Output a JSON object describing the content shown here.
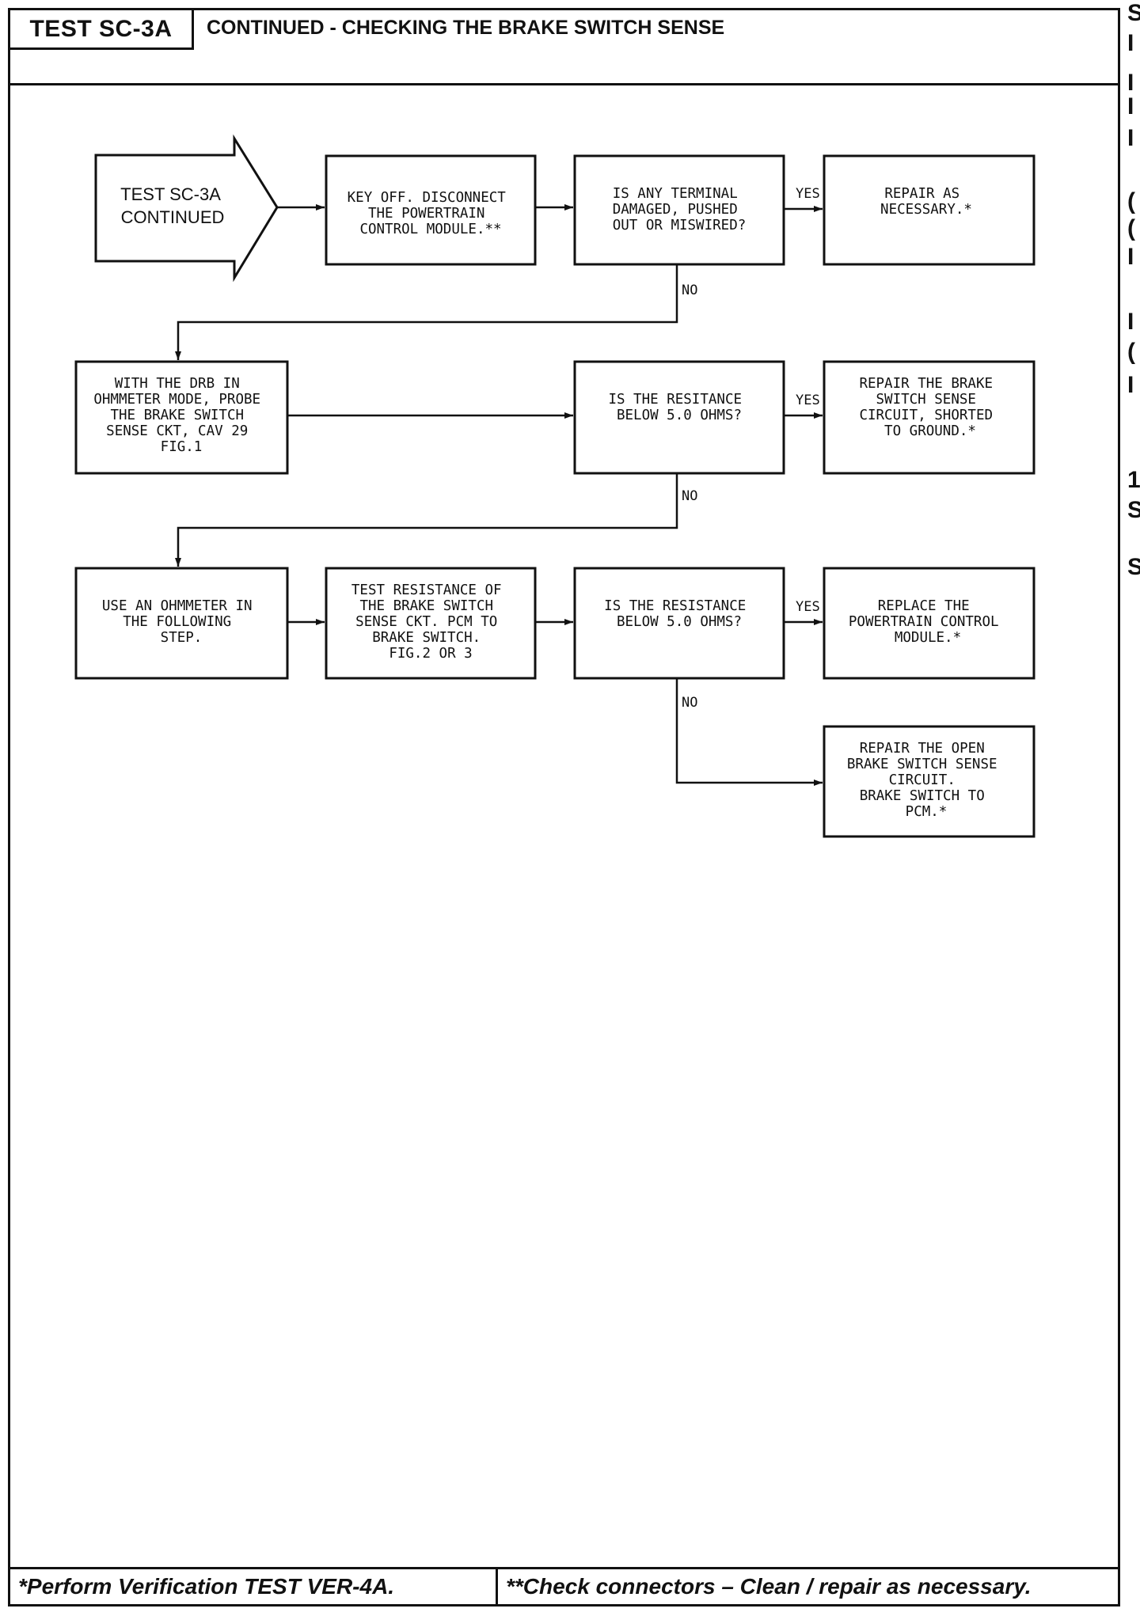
{
  "header": {
    "test_id": "TEST SC-3A",
    "title": "CONTINUED - CHECKING THE BRAKE SWITCH SENSE"
  },
  "flowchart": {
    "start": [
      "TEST SC-3A",
      "CONTINUED"
    ],
    "row1": {
      "step": [
        "KEY OFF. DISCONNECT",
        "THE POWERTRAIN",
        "CONTROL MODULE.**"
      ],
      "question": [
        "IS ANY TERMINAL",
        "DAMAGED, PUSHED",
        "OUT OR MISWIRED?"
      ],
      "yes_action": [
        "REPAIR AS",
        "NECESSARY.*"
      ]
    },
    "row2": {
      "step": [
        "WITH THE DRB IN",
        "OHMMETER MODE, PROBE",
        "THE BRAKE SWITCH",
        "SENSE CKT, CAV 29",
        "FIG.1"
      ],
      "question": [
        "IS THE RESITANCE",
        "BELOW 5.0 OHMS?"
      ],
      "yes_action": [
        "REPAIR THE BRAKE",
        "SWITCH SENSE",
        "CIRCUIT, SHORTED",
        "TO GROUND.*"
      ]
    },
    "row3": {
      "step": [
        "USE AN OHMMETER IN",
        "THE FOLLOWING",
        "STEP."
      ],
      "step2": [
        "TEST RESISTANCE OF",
        "THE BRAKE SWITCH",
        "SENSE CKT. PCM TO",
        "BRAKE SWITCH.",
        "FIG.2 OR 3"
      ],
      "question": [
        "IS THE RESISTANCE",
        "BELOW 5.0 OHMS?"
      ],
      "yes_action": [
        "REPLACE THE",
        "POWERTRAIN CONTROL",
        "MODULE.*"
      ]
    },
    "final_no_action": [
      "REPAIR THE OPEN",
      "BRAKE SWITCH SENSE",
      "CIRCUIT.",
      "BRAKE SWITCH TO",
      "PCM.*"
    ],
    "labels": {
      "yes": "YES",
      "no": "NO"
    }
  },
  "footer": {
    "left": "*Perform Verification TEST VER-4A.",
    "right": "**Check connectors – Clean / repair as necessary."
  },
  "edge_marks": [
    "S",
    "I",
    "I",
    "I",
    "I",
    "(",
    "(",
    "I",
    "I",
    "(",
    "I",
    "1",
    "S",
    "S"
  ]
}
